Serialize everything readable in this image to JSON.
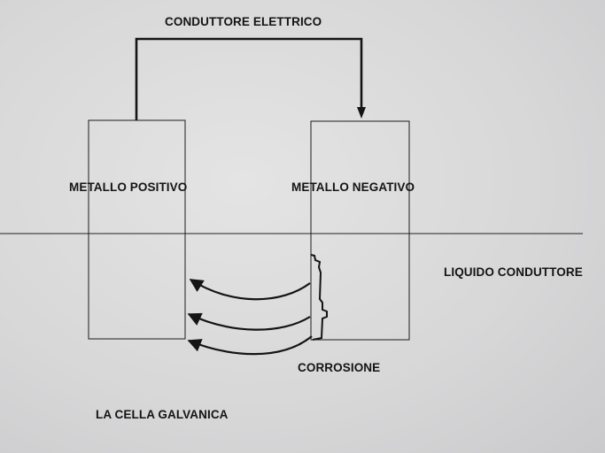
{
  "diagram": {
    "conductor_label": "CONDUTTORE ELETTRICO",
    "positive_metal_label": "METALLO POSITIVO",
    "negative_metal_label": "METALLO NEGATIVO",
    "liquid_label": "LIQUIDO CONDUTTORE",
    "corrosion_label": "CORROSIONE",
    "title": "LA CELLA GALVANICA"
  },
  "colors": {
    "ink": "#141414",
    "background": "#d9d9da"
  }
}
